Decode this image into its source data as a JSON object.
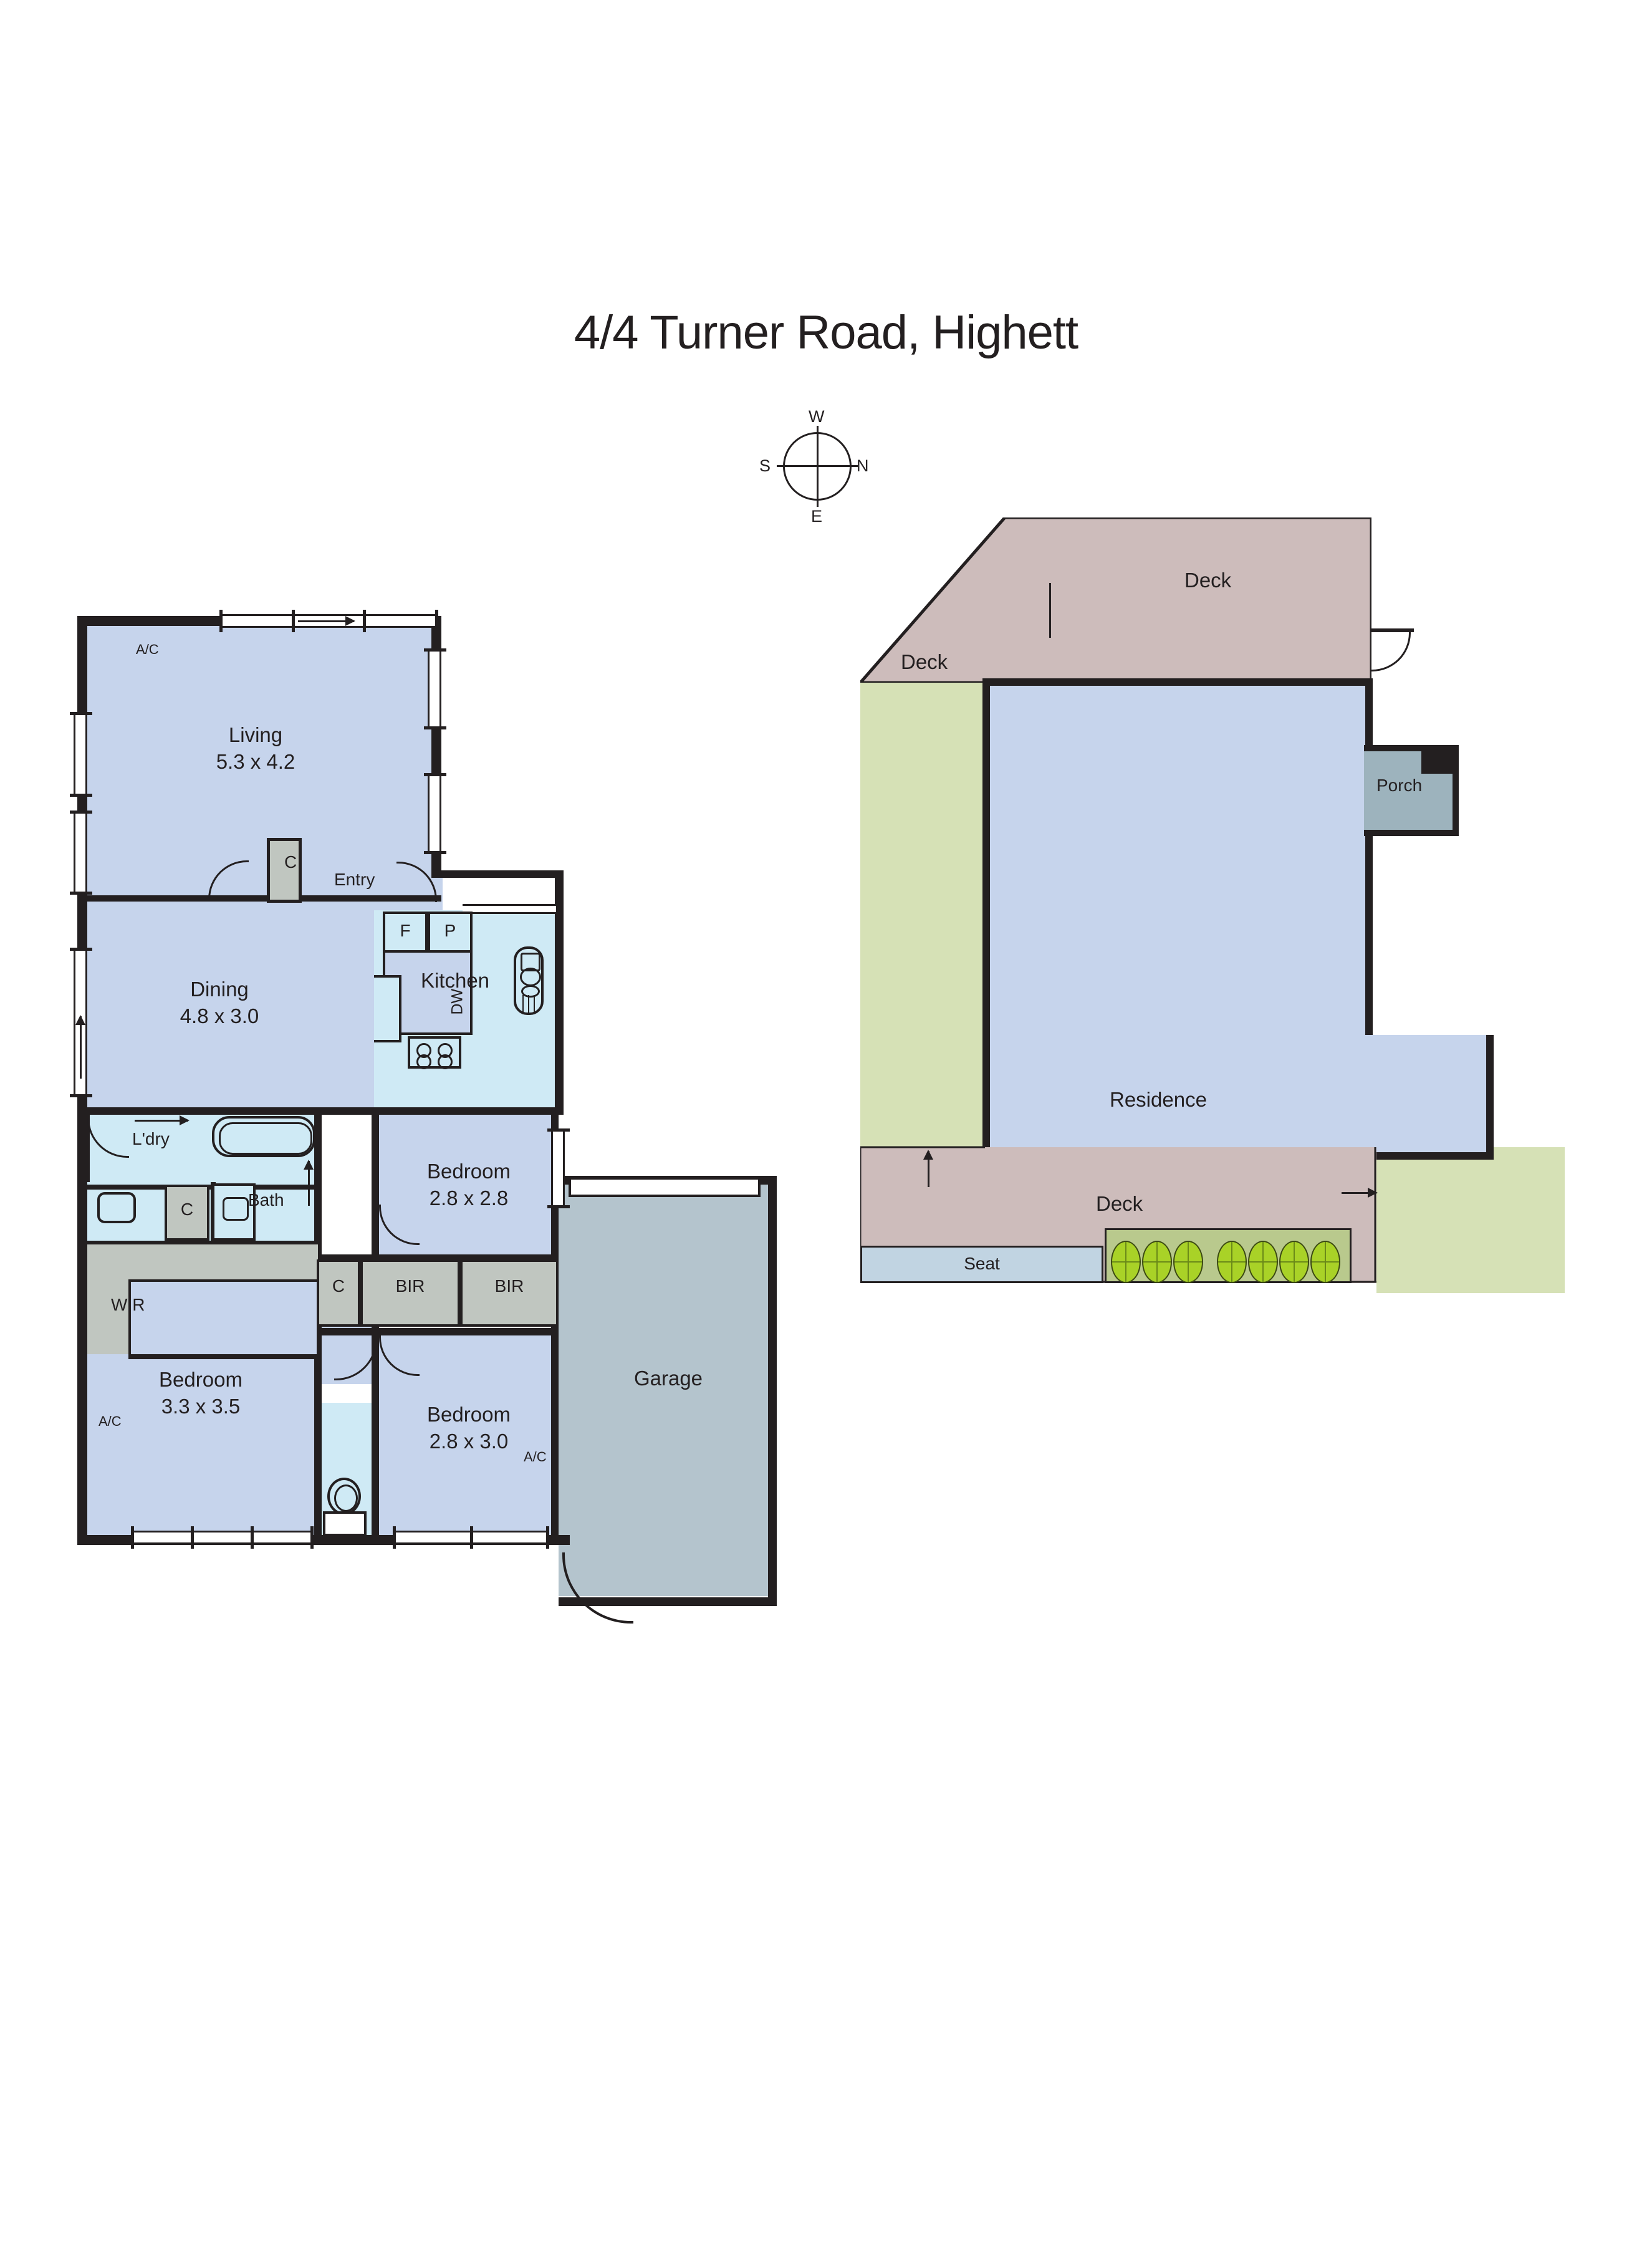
{
  "title": "4/4 Turner Road, Highett",
  "compass": {
    "top": "W",
    "left": "S",
    "right": "N",
    "bottom": "E"
  },
  "floor_plan": {
    "rooms": [
      {
        "name": "Living",
        "label": "Living",
        "dims": "5.3 x 4.2"
      },
      {
        "name": "Dining",
        "label": "Dining",
        "dims": "4.8 x 3.0"
      },
      {
        "name": "Bedroom1",
        "label": "Bedroom",
        "dims": "2.8 x 2.8"
      },
      {
        "name": "Bedroom2",
        "label": "Bedroom",
        "dims": "3.3 x 3.5"
      },
      {
        "name": "Bedroom3",
        "label": "Bedroom",
        "dims": "2.8 x 3.0"
      }
    ],
    "labels": {
      "entry": "Entry",
      "kitchen": "Kitchen",
      "laundry": "L'dry",
      "bath": "Bath",
      "wir": "WIR",
      "garage": "Garage",
      "closet": "C",
      "bir": "BIR",
      "fridge": "F",
      "pantry": "P",
      "dishwasher": "DW",
      "aircon": "A/C"
    },
    "aircon_marks": 3,
    "closets": [
      "C",
      "C",
      "C"
    ],
    "built_in_robes": [
      "BIR",
      "BIR"
    ]
  },
  "site_plan": {
    "residence": "Residence",
    "porch": "Porch",
    "decks": [
      "Deck",
      "Deck",
      "Deck"
    ],
    "seat": "Seat",
    "shrub_count": 7
  },
  "colors": {
    "room_blue": "#c6d4ec",
    "wet_area_cyan": "#cfeaf5",
    "cupboard_gray": "#c0c6c0",
    "garage_gray": "#b4c4cd",
    "deck_mauve": "#cdbcbb",
    "lawn_green": "#d6e1b6",
    "seat_blue": "#c1d4e2",
    "porch_gray": "#9db3bd",
    "garden_bed": "#b9c98d",
    "shrub_green": "#a9d227",
    "wall_black": "#231f20"
  }
}
